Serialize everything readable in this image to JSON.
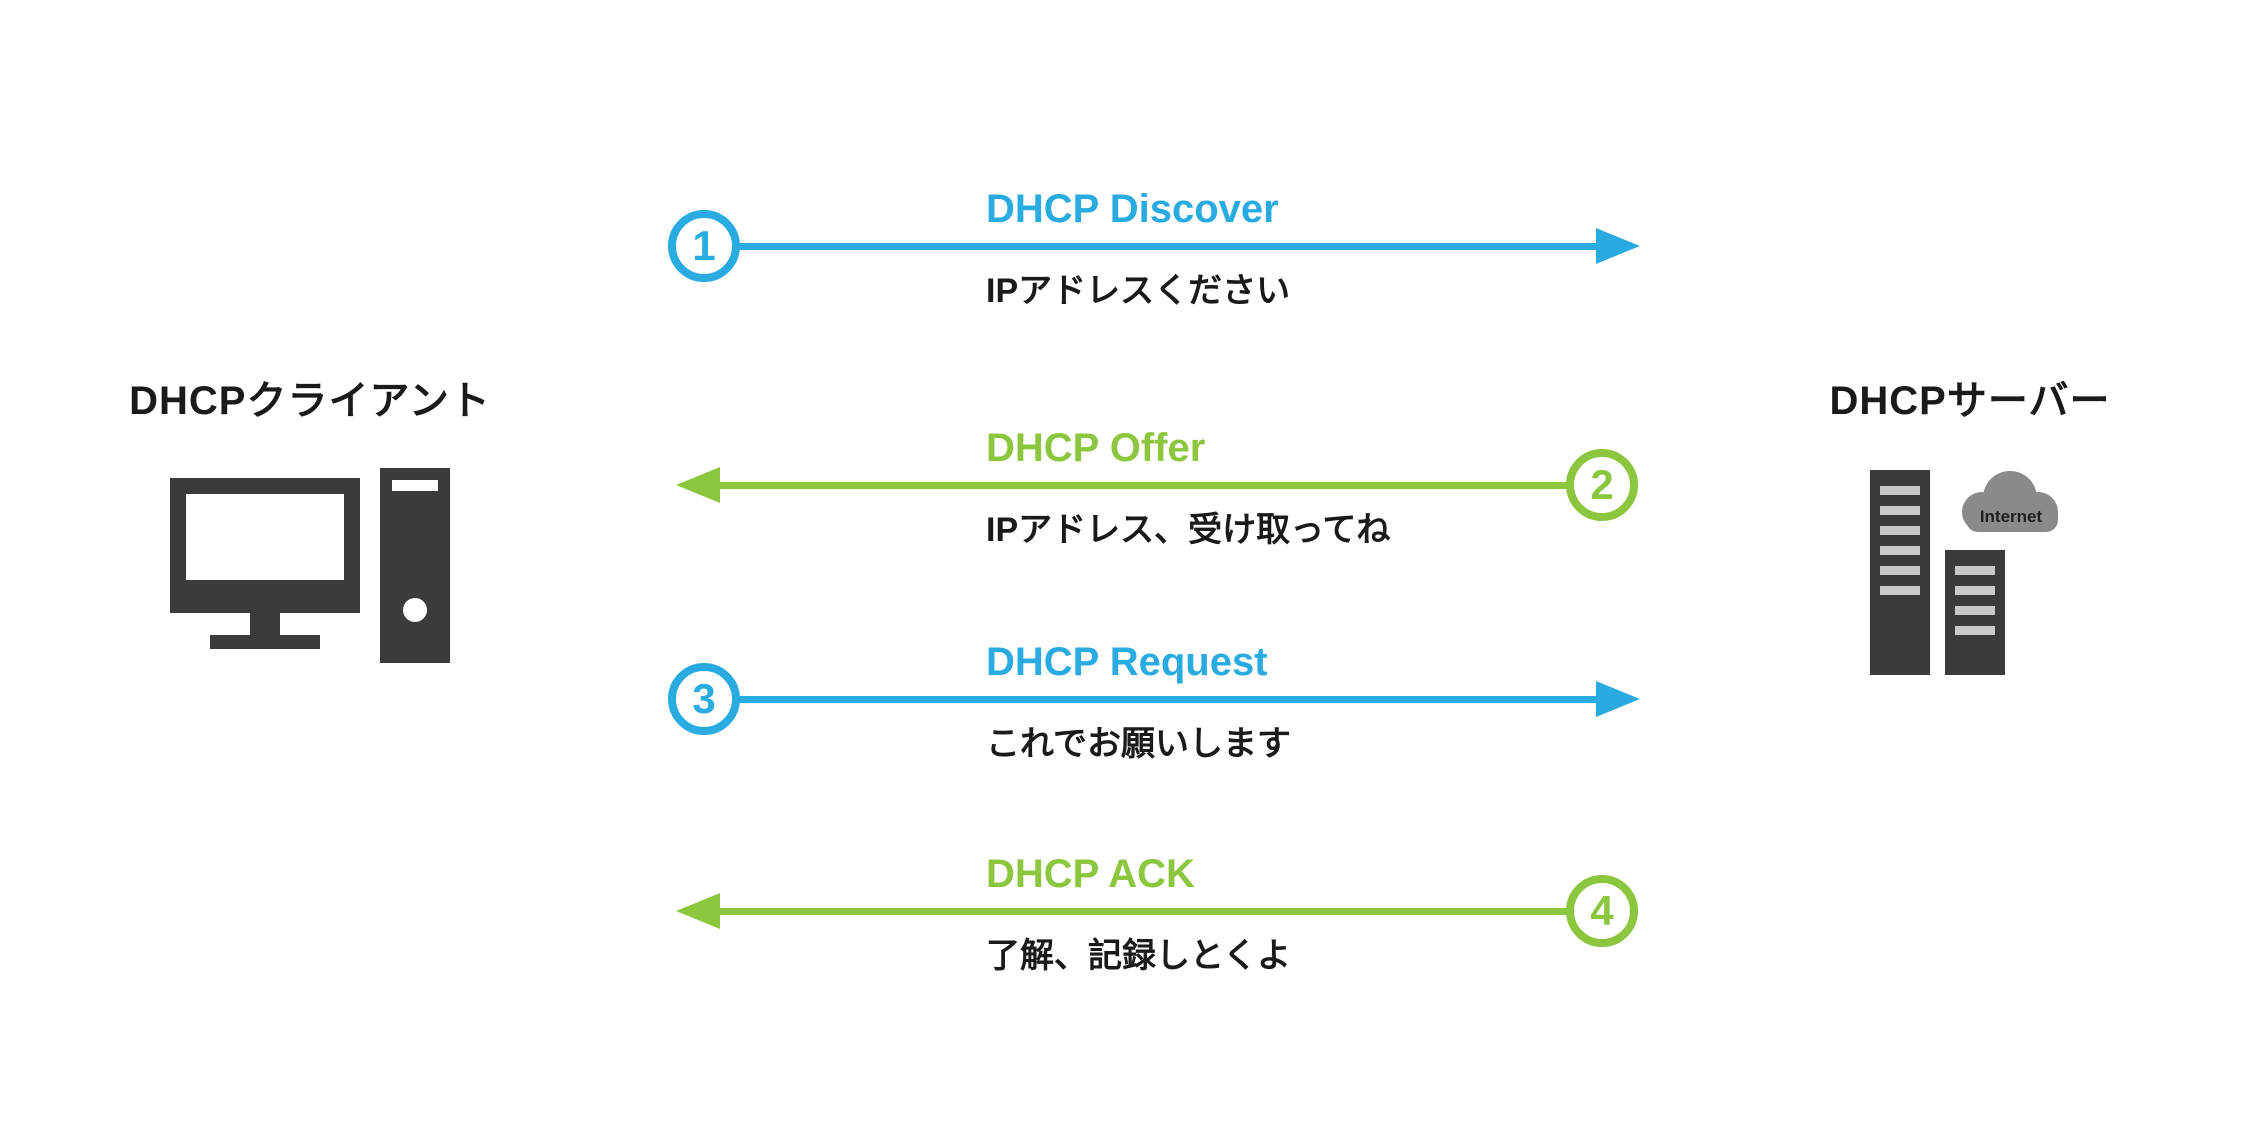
{
  "diagram": {
    "type": "sequence-diagram",
    "topic": "DHCP (DORA) address assignment flow",
    "colors": {
      "blue": "#29abe2",
      "green": "#8cc63f",
      "dark": "#3b3b3b",
      "cloud_gray": "#8a8a8a"
    },
    "actors": {
      "client": {
        "label": "DHCPクライアント",
        "icon": "desktop-computer-icon"
      },
      "server": {
        "label": "DHCPサーバー",
        "icon": "server-rack-icon",
        "cloud_label": "Internet"
      }
    },
    "messages": [
      {
        "step": "1",
        "title": "DHCP Discover",
        "subtitle": "IPアドレスください",
        "direction": "right",
        "color": "blue",
        "from": "client",
        "to": "server"
      },
      {
        "step": "2",
        "title": "DHCP Offer",
        "subtitle": "IPアドレス、受け取ってね",
        "direction": "left",
        "color": "green",
        "from": "server",
        "to": "client"
      },
      {
        "step": "3",
        "title": "DHCP Request",
        "subtitle": "これでお願いします",
        "direction": "right",
        "color": "blue",
        "from": "client",
        "to": "server"
      },
      {
        "step": "4",
        "title": "DHCP ACK",
        "subtitle": "了解、記録しとくよ",
        "direction": "left",
        "color": "green",
        "from": "server",
        "to": "client"
      }
    ]
  }
}
